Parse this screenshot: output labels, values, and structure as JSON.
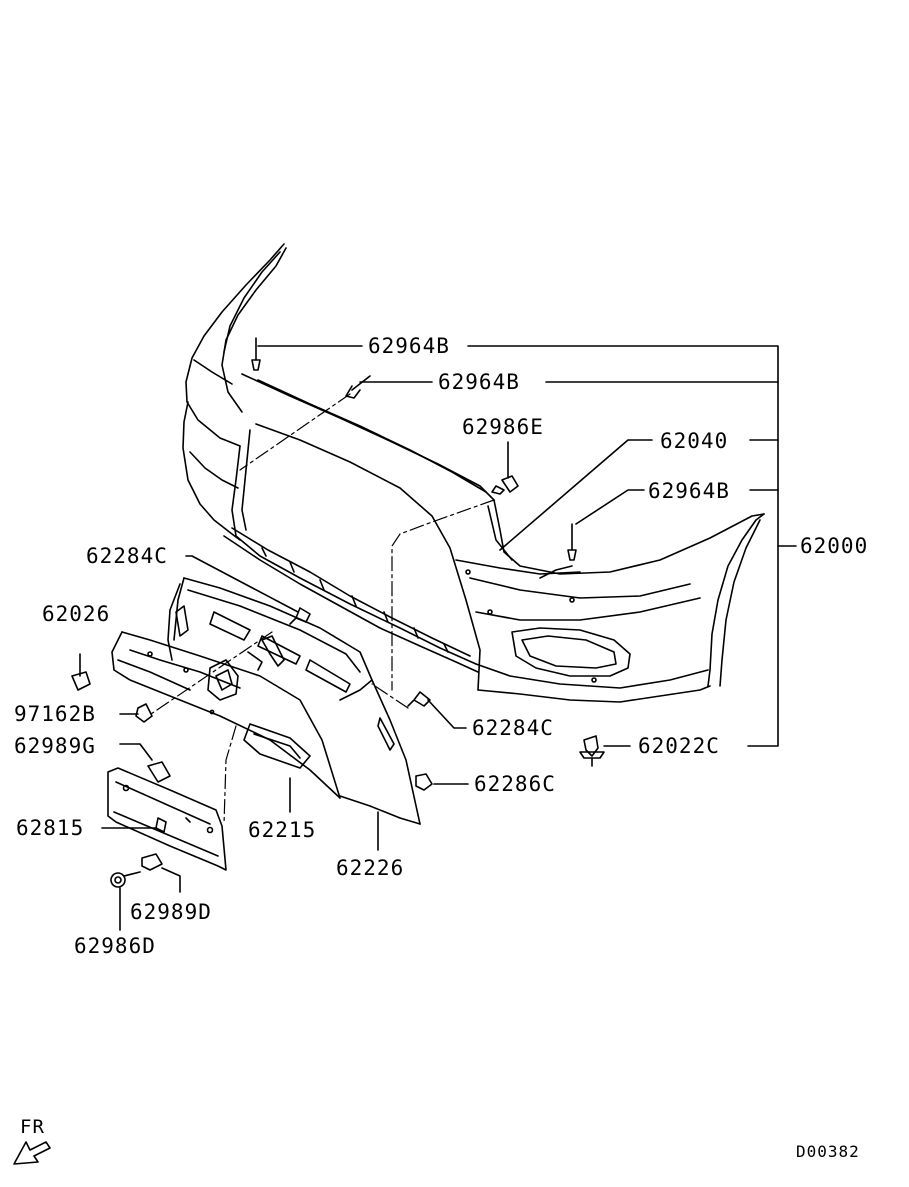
{
  "diagram_id": "D00382",
  "direction_label": "FR",
  "callouts": {
    "p62964b_a": "62964B",
    "p62964b_b": "62964B",
    "p62986e": "62986E",
    "p62040": "62040",
    "p62964b_c": "62964B",
    "p62000": "62000",
    "p62284c_a": "62284C",
    "p62026": "62026",
    "p97162b": "97162B",
    "p62989g": "62989G",
    "p62284c_b": "62284C",
    "p62022c": "62022C",
    "p62286c": "62286C",
    "p62815": "62815",
    "p62215": "62215",
    "p62226": "62226",
    "p62989d": "62989D",
    "p62986d": "62986D"
  },
  "line_color": "#000000"
}
